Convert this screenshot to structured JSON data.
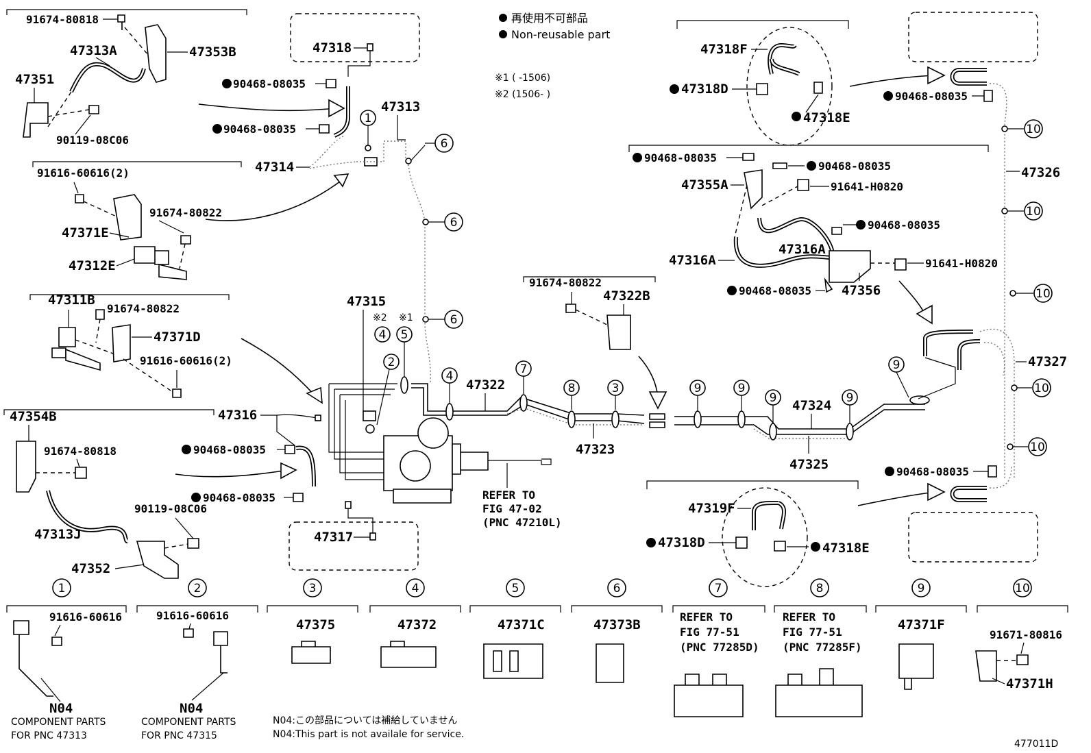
{
  "legend": {
    "non_reusable_ja": "再使用不可部品",
    "non_reusable_en": "Non-reusable part",
    "note1": "※1 (       -1506)",
    "note2": "※2 (1506-       )"
  },
  "callouts": {
    "p91674_80818_a": "91674-80818",
    "p47313A": "47313A",
    "p47353B": "47353B",
    "p47351": "47351",
    "p90119_08C06_a": "90119-08C06",
    "p47318": "47318",
    "p90468_08035_a": "90468-08035",
    "p90468_08035_b": "90468-08035",
    "p47313": "47313",
    "p47314": "47314",
    "p91616_60616_2a": "91616-60616(2)",
    "p91674_80822_a": "91674-80822",
    "p47371E": "47371E",
    "p47312E": "47312E",
    "p47311B": "47311B",
    "p91674_80822_b": "91674-80822",
    "p47371D": "47371D",
    "p91616_60616_2b": "91616-60616(2)",
    "p47315": "47315",
    "p47354B": "47354B",
    "p91674_80818_b": "91674-80818",
    "p47316": "47316",
    "p90468_08035_c": "90468-08035",
    "p90468_08035_d": "90468-08035",
    "p90119_08C06_b": "90119-08C06",
    "p47313J": "47313J",
    "p47352": "47352",
    "p47317": "47317",
    "p47322": "47322",
    "p47323": "47323",
    "p91674_80822_c": "91674-80822",
    "p47322B": "47322B",
    "p47324": "47324",
    "p47325": "47325",
    "p47318F": "47318F",
    "p47318D_a": "47318D",
    "p47318E_a": "47318E",
    "p90468_08035_e": "90468-08035",
    "p47326": "47326",
    "p90468_08035_f": "90468-08035",
    "p90468_08035_g": "90468-08035",
    "p47355A": "47355A",
    "p91641_H0820_a": "91641-H0820",
    "p90468_08035_h": "90468-08035",
    "p47316A_a": "47316A",
    "p47316A_b": "47316A",
    "p91641_H0820_b": "91641-H0820",
    "p90468_08035_i": "90468-08035",
    "p47356": "47356",
    "p47327": "47327",
    "p90468_08035_j": "90468-08035",
    "p47319F": "47319F",
    "p47318D_b": "47318D",
    "p47318E_b": "47318E",
    "refer_fig_1": "REFER TO",
    "refer_fig_2": "FIG 47-02",
    "refer_fig_3": "(PNC 47210L)",
    "note_x2": "※2",
    "note_x1": "※1"
  },
  "circle_labels": [
    "1",
    "2",
    "3",
    "4",
    "5",
    "6",
    "7",
    "8",
    "9",
    "10"
  ],
  "components": {
    "c1_part": "91616-60616",
    "c1_n04": "N04",
    "c1_desc1": "COMPONENT PARTS",
    "c1_desc2": "FOR PNC 47313",
    "c2_part": "91616-60616",
    "c2_n04": "N04",
    "c2_desc1": "COMPONENT PARTS",
    "c2_desc2": "FOR PNC 47315",
    "c3_part": "47375",
    "c4_part": "47372",
    "c5_part": "47371C",
    "c6_part": "47373B",
    "c7_r1": "REFER TO",
    "c7_r2": "FIG 77-51",
    "c7_r3": "(PNC 77285D)",
    "c8_r1": "REFER TO",
    "c8_r2": "FIG 77-51",
    "c8_r3": "(PNC 77285F)",
    "c9_part": "47371F",
    "c10_part_a": "91671-80816",
    "c10_part_b": "47371H"
  },
  "footer": {
    "n04_ja": "N04:この部品については補給していません",
    "n04_en": "N04:This part is not availale for service.",
    "figure_id": "477011D"
  }
}
